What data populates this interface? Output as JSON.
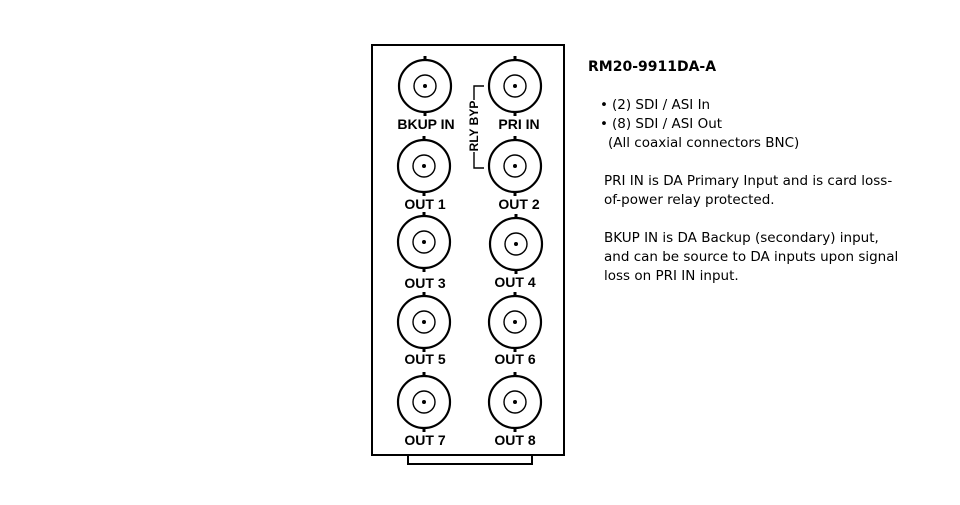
{
  "panel": {
    "bypass_label": "RLY BYP",
    "connectors": [
      {
        "id": "bkup-in",
        "label": "BKUP IN"
      },
      {
        "id": "pri-in",
        "label": "PRI IN"
      },
      {
        "id": "out-1",
        "label": "OUT 1"
      },
      {
        "id": "out-2",
        "label": "OUT 2"
      },
      {
        "id": "out-3",
        "label": "OUT 3"
      },
      {
        "id": "out-4",
        "label": "OUT 4"
      },
      {
        "id": "out-5",
        "label": "OUT 5"
      },
      {
        "id": "out-6",
        "label": "OUT 6"
      },
      {
        "id": "out-7",
        "label": "OUT 7"
      },
      {
        "id": "out-8",
        "label": "OUT 8"
      }
    ]
  },
  "info": {
    "model": "RM20-9911DA-A",
    "features": [
      "(2) SDI / ASI In",
      "(8) SDI / ASI Out"
    ],
    "note": "(All coaxial connectors BNC)",
    "primary_desc": "PRI IN is DA Primary Input and is card loss-of-power relay protected.",
    "backup_desc": "BKUP IN is DA Backup (secondary) input, and can be source to DA inputs upon signal loss on PRI IN input."
  }
}
